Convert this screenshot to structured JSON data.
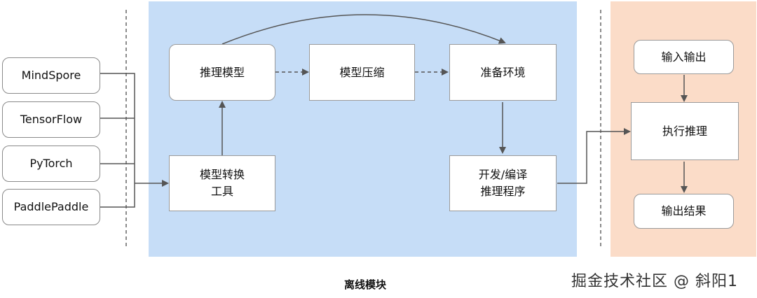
{
  "frameworks": [
    "MindSpore",
    "TensorFlow",
    "PyTorch",
    "PaddlePaddle"
  ],
  "offline": {
    "label": "离线模块",
    "inference_model": "推理模型",
    "model_compression": "模型压缩",
    "prepare_env": "准备环境",
    "converter_line1": "模型转换",
    "converter_line2": "工具",
    "dev_line1": "开发/编译",
    "dev_line2": "推理程序"
  },
  "online": {
    "io": "输入输出",
    "execute": "执行推理",
    "output": "输出结果"
  },
  "colors": {
    "offline_bg": "#c6ddf7",
    "online_bg": "#fbdcc8",
    "arrow": "#555555"
  },
  "watermark": "掘金技术社区 @ 斜阳1"
}
